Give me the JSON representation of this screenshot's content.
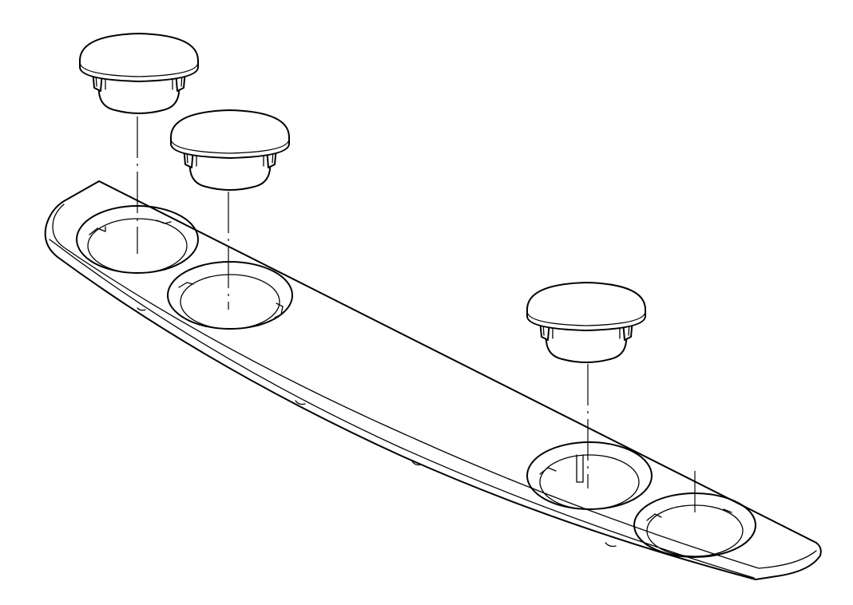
{
  "diagram": {
    "stroke": "#000000",
    "background": "#ffffff",
    "parts": [
      {
        "name": "plug",
        "count": 3
      },
      {
        "name": "holder-bar",
        "holes": 4
      }
    ]
  }
}
